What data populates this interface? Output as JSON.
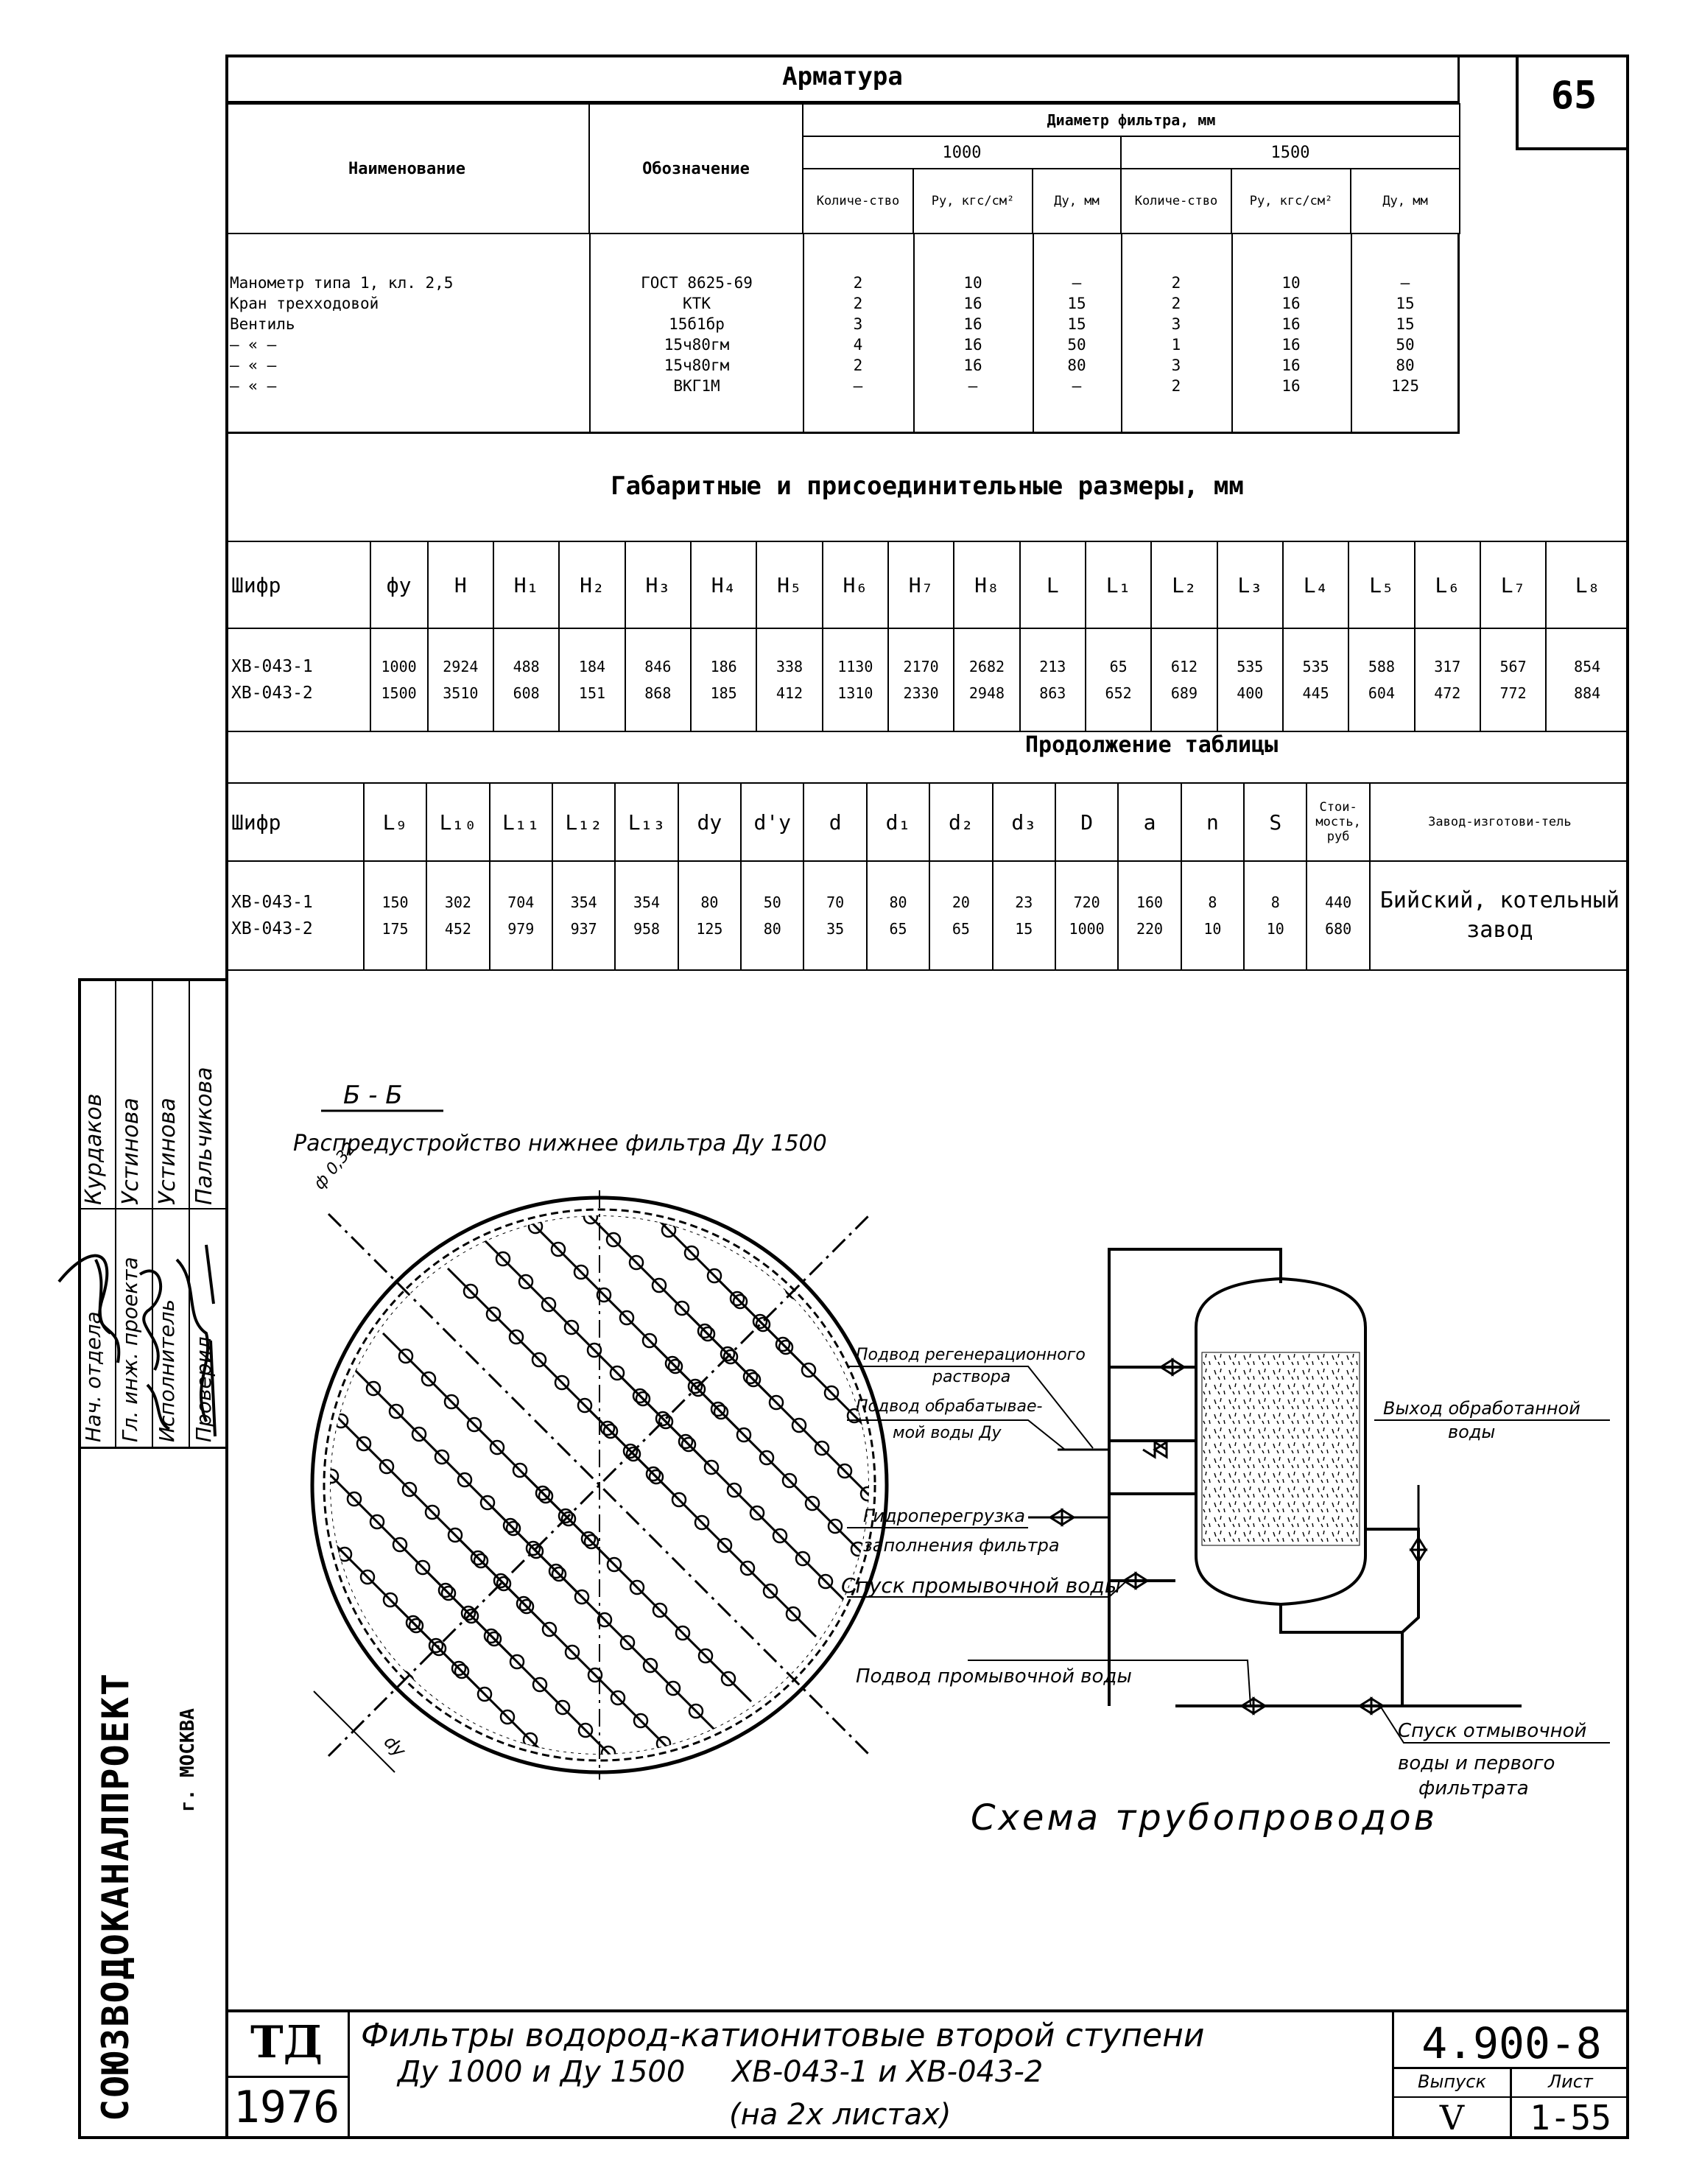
{
  "sheet": {
    "page_number": "65",
    "series_title": "Арматура"
  },
  "armatura": {
    "col_name": "Наименование",
    "col_designation": "Обозначение",
    "col_diameter": "Диаметр фильтра, мм",
    "d1000": "1000",
    "d1500": "1500",
    "sub_qty": "Количе-ство",
    "sub_py": "Ру, кгс/см²",
    "sub_dy": "Ду, мм",
    "rows": [
      {
        "name": "Манометр типа 1, кл. 2,5",
        "des": "ГОСТ 8625-69",
        "q1": "2",
        "p1": "10",
        "d1": "—",
        "q2": "2",
        "p2": "10",
        "d2": "—"
      },
      {
        "name": "Кран трехходовой",
        "des": "КТК",
        "q1": "2",
        "p1": "16",
        "d1": "15",
        "q2": "2",
        "p2": "16",
        "d2": "15"
      },
      {
        "name": "Вентиль",
        "des": "15б1бр",
        "q1": "3",
        "p1": "16",
        "d1": "15",
        "q2": "3",
        "p2": "16",
        "d2": "15"
      },
      {
        "name": "— « —",
        "des": "15ч80гм",
        "q1": "4",
        "p1": "16",
        "d1": "50",
        "q2": "1",
        "p2": "16",
        "d2": "50"
      },
      {
        "name": "— « —",
        "des": "15ч80гм",
        "q1": "2",
        "p1": "16",
        "d1": "80",
        "q2": "3",
        "p2": "16",
        "d2": "80"
      },
      {
        "name": "— « —",
        "des": "ВКГ1М",
        "q1": "—",
        "p1": "—",
        "d1": "—",
        "q2": "2",
        "p2": "16",
        "d2": "125"
      }
    ]
  },
  "dims": {
    "title": "Габаритные и присоединительные размеры, мм",
    "headers": [
      "Шифр",
      "фу",
      "Н",
      "Н₁",
      "Н₂",
      "Н₃",
      "Н₄",
      "Н₅",
      "Н₆",
      "Н₇",
      "Н₈",
      "L",
      "L₁",
      "L₂",
      "L₃",
      "L₄",
      "L₅",
      "L₆",
      "L₇",
      "L₈"
    ],
    "rows": [
      [
        "ХВ-043-1",
        "1000",
        "2924",
        "488",
        "184",
        "846",
        "186",
        "338",
        "1130",
        "2170",
        "2682",
        "213",
        "65",
        "612",
        "535",
        "535",
        "588",
        "317",
        "567",
        "854"
      ],
      [
        "ХВ-043-2",
        "1500",
        "3510",
        "608",
        "151",
        "868",
        "185",
        "412",
        "1310",
        "2330",
        "2948",
        "863",
        "652",
        "689",
        "400",
        "445",
        "604",
        "472",
        "772",
        "884"
      ]
    ]
  },
  "dims2": {
    "title": "Продолжение таблицы",
    "headers": [
      "Шифр",
      "L₉",
      "L₁₀",
      "L₁₁",
      "L₁₂",
      "L₁₃",
      "dy",
      "d'y",
      "d",
      "d₁",
      "d₂",
      "d₃",
      "D",
      "a",
      "n",
      "S",
      "Стои-мость, руб",
      "Завод-изготови-тель"
    ],
    "rows": [
      [
        "ХВ-043-1",
        "150",
        "302",
        "704",
        "354",
        "354",
        "80",
        "50",
        "70",
        "80",
        "20",
        "23",
        "720",
        "160",
        "8",
        "8",
        "440"
      ],
      [
        "ХВ-043-2",
        "175",
        "452",
        "979",
        "937",
        "958",
        "125",
        "80",
        "35",
        "65",
        "65",
        "15",
        "1000",
        "220",
        "10",
        "10",
        "680"
      ]
    ],
    "factory": "Бийский, котельный завод"
  },
  "drawing": {
    "section_label": "Б - Б",
    "section_caption": "Распредустройство нижнее фильтра Ду 1500",
    "dim_angle": "ф 0,32",
    "dim_dy": "dy",
    "labels": {
      "regen": "Подвод регенерационного раствора",
      "supply": "Подвод обрабатывае-мой воды Ду",
      "hydro": "Гидроперегрузка заполнения фильтра",
      "drain_wash": "Спуск промывочной воды",
      "wash_supply": "Подвод промывочной воды",
      "outlet": "Выход обработанной воды",
      "drain_rinse": "Спуск отмывочной воды и первого фильтрата"
    },
    "scheme_title": "Схема трубопроводов"
  },
  "stamp": {
    "roles": [
      "Нач. отдела",
      "Гл. инж. проекта",
      "Исполнитель",
      "Проверил"
    ],
    "names": [
      "Курдаков",
      "Устинова",
      "Устинова",
      "Пальчикова"
    ],
    "org": "СОЮЗВОДОКАНАЛПРОЕКТ",
    "city": "г. МОСКВА",
    "td": "ТД",
    "year": "1976",
    "title_line1": "Фильтры водород-катионитовые второй ступени",
    "title_line2": "Ду 1000 и Ду 1500     ХВ-043-1 и ХВ-043-2",
    "title_line3": "(на 2х листах)",
    "doc_number": "4.900-8",
    "issue_label": "Выпуск",
    "issue": "V",
    "sheet_label": "Лист",
    "sheet": "1-55"
  }
}
